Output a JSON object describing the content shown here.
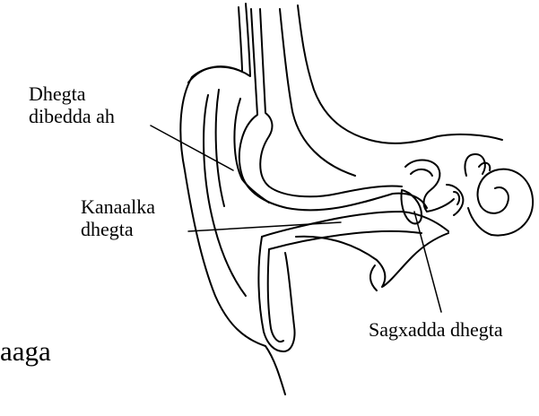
{
  "labels": {
    "outer_ear": [
      "Dhegta",
      "dibedda ah"
    ],
    "ear_canal": [
      "Kanaalka",
      "dhegta"
    ],
    "eardrum": "Sagxadda dhegta",
    "cut_off_text": "aaga"
  },
  "colors": {
    "ink": "#000000",
    "background": "#ffffff"
  }
}
